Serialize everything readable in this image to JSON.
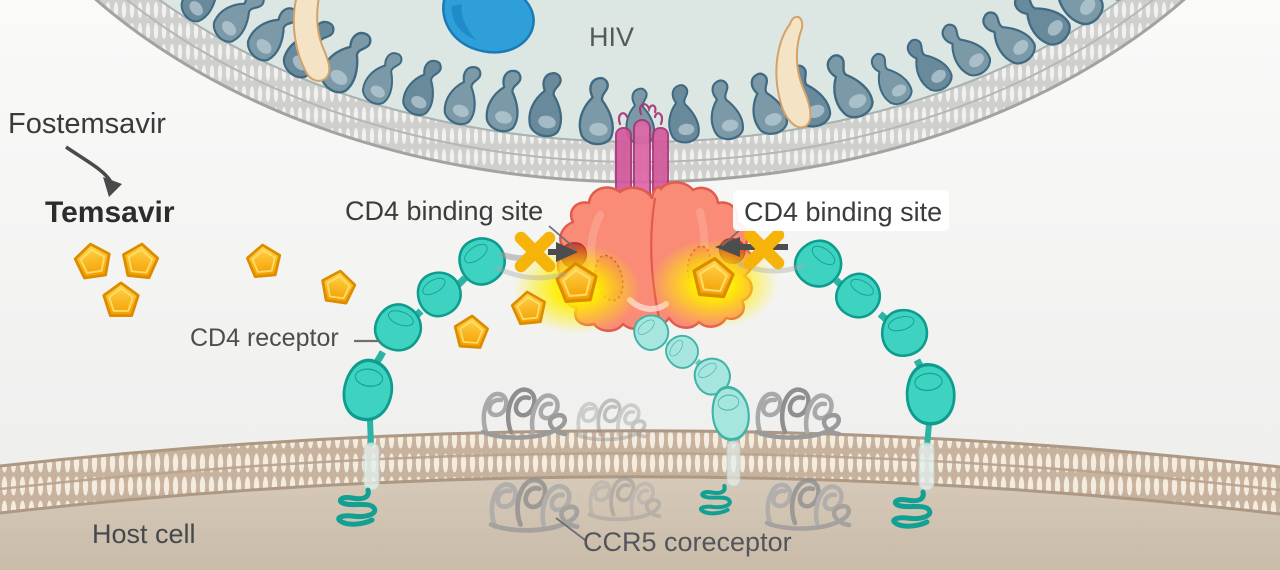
{
  "labels": {
    "hiv": "HIV",
    "fostemsavir": "Fostemsavir",
    "temsavir": "Temsavir",
    "cd4_binding_site_left": "CD4 binding site",
    "cd4_binding_site_right": "CD4 binding site",
    "cd4_receptor": "CD4 receptor",
    "host_cell": "Host cell",
    "ccr5_coreceptor": "CCR5 coreceptor"
  },
  "counts": {
    "temsavir_free_molecules": 7,
    "temsavir_bound_molecules": 2,
    "cd4_receptors": 3,
    "ccr5_coreceptors": 3
  },
  "colors": {
    "temsavir_molecule": "#f7a600",
    "blocked_x_mark": "#f6b40b",
    "gp120_protein": "#f98b77",
    "gp120_binding_site": "#cb3c31",
    "gp41_stalk": "#d3589c",
    "cd4_receptor": "#3ed2c1",
    "cd4_receptor_pale": "#a7e6de",
    "ccr5_coreceptor": "#9a9a9a",
    "virus_spike_protein": "#7b99a7",
    "virus_interior": "#dce6e3",
    "host_membrane_lipid": "#c7b29d",
    "host_cell_interior": "#d5c7b7",
    "binding_glow": "#ffee00",
    "label_text": "#4a4a4a"
  }
}
